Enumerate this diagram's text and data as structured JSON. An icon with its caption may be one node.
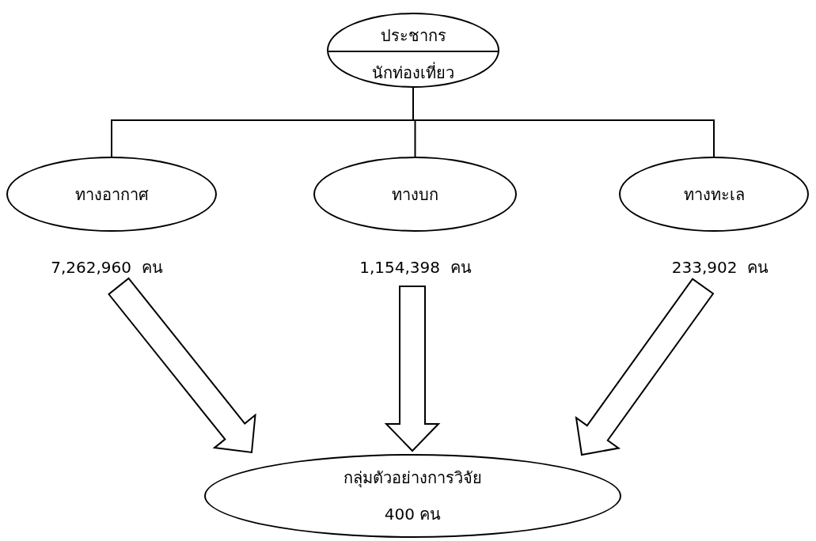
{
  "diagram": {
    "nodes": [
      {
        "text": [
          "ประชากร",
          "นักท่องเที่ยว"
        ]
      },
      {
        "text": [
          "ทางอากาศ"
        ],
        "beside": [
          "7,262,960  คน"
        ]
      },
      {
        "text": [
          "ทางบก"
        ],
        "beside": [
          "1,154,398  คน"
        ]
      },
      {
        "text": [
          "ทางทะเล"
        ],
        "beside": [
          "233,902  คน"
        ]
      },
      {
        "text": [
          "กลุ่มตัวอย่างการวิจัย",
          "400  คน"
        ]
      }
    ],
    "edges": [
      {
        "from": 0,
        "to": 1,
        "arrow": "none"
      },
      {
        "from": 0,
        "to": 2,
        "arrow": "none"
      },
      {
        "from": 0,
        "to": 3,
        "arrow": "none"
      },
      {
        "from": 1,
        "to": 4,
        "arrow": "to",
        "style": "thick"
      },
      {
        "from": 2,
        "to": 4,
        "arrow": "to",
        "style": "thick"
      },
      {
        "from": 3,
        "to": 4,
        "arrow": "to",
        "style": "thick"
      }
    ]
  }
}
